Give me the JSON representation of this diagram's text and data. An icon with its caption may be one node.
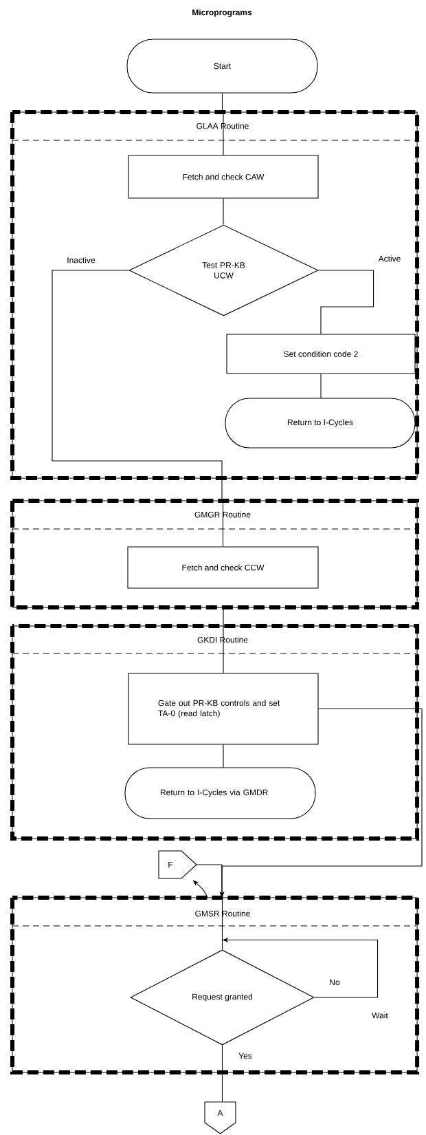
{
  "diagram": {
    "title": "Microprograms",
    "nodes": [
      {
        "text": [
          "Start"
        ]
      },
      {
        "text": [
          "GLAA Routine"
        ]
      },
      {
        "text": [
          "Fetch and check CAW"
        ],
        "in": 1
      },
      {
        "text": [
          "Test PR-KB UCW"
        ],
        "in": 1
      },
      {
        "text": [
          "Set condition code 2"
        ],
        "in": 1
      },
      {
        "text": [
          "Return to I-Cycles"
        ],
        "in": 1
      },
      {
        "text": [
          "GMGR Routine"
        ]
      },
      {
        "text": [
          "Fetch and check CCW"
        ],
        "in": 6
      },
      {
        "text": [
          "GKDI Routine"
        ]
      },
      {
        "text": [
          "Gate out PR-KB controls and set TA-0 (read latch)"
        ],
        "in": 8
      },
      {
        "text": [
          "Return to I-Cycles via GMDR"
        ],
        "in": 8
      },
      {
        "text": [
          "F"
        ]
      },
      {
        "text": [
          "GMSR Routine"
        ]
      },
      {
        "text": [
          "Request granted"
        ],
        "in": 12
      },
      {
        "text": [
          "A"
        ]
      }
    ],
    "edges": [
      {
        "from": 0,
        "to": 1,
        "arrow": "none"
      },
      {
        "from": 1,
        "to": 2,
        "arrow": "none"
      },
      {
        "from": 2,
        "to": 3,
        "arrow": "none"
      },
      {
        "from": 3,
        "to": 4,
        "arrow": "none",
        "label": "Active"
      },
      {
        "from": 4,
        "to": 5,
        "arrow": "none"
      },
      {
        "from": 3,
        "to": 6,
        "arrow": "none",
        "label": "Inactive"
      },
      {
        "from": 6,
        "to": 7,
        "arrow": "none"
      },
      {
        "from": 6,
        "to": 8,
        "arrow": "none"
      },
      {
        "from": 8,
        "to": 9,
        "arrow": "none"
      },
      {
        "from": 9,
        "to": 10,
        "arrow": "none"
      },
      {
        "from": 9,
        "to": 12,
        "arrow": "to"
      },
      {
        "from": 11,
        "to": 12,
        "arrow": "to"
      },
      {
        "from": 12,
        "to": 11,
        "arrow": "to"
      },
      {
        "from": 12,
        "to": 13,
        "arrow": "none"
      },
      {
        "from": 13,
        "to": 13,
        "arrow": "to",
        "label": "No"
      },
      {
        "from": 13,
        "to": 14,
        "arrow": "none",
        "label": "Yes"
      }
    ],
    "labels": [
      "Wait"
    ]
  }
}
